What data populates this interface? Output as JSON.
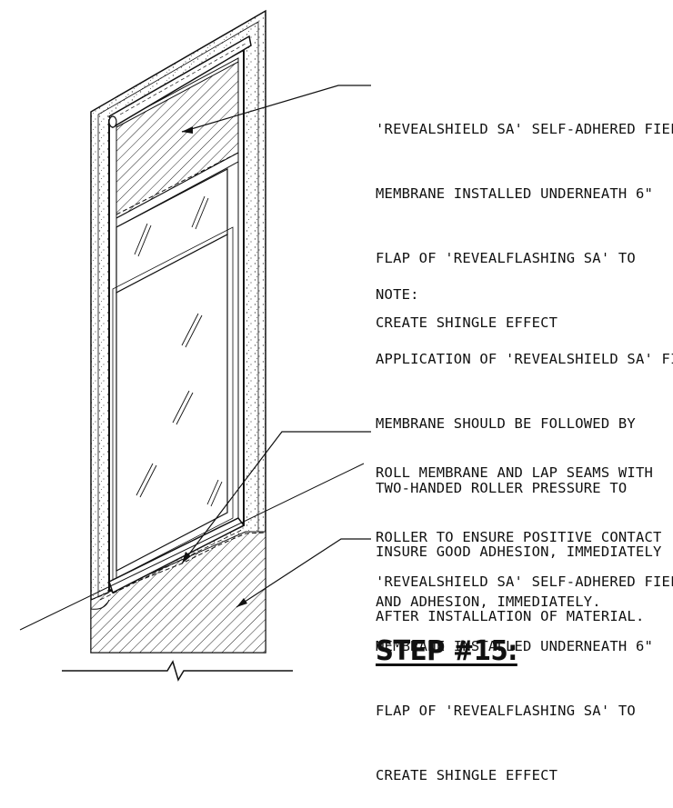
{
  "callouts": {
    "top": {
      "lines": [
        "'REVEALSHIELD SA' SELF-ADHERED FIELD",
        "MEMBRANE INSTALLED UNDERNEATH 6\"",
        "FLAP OF 'REVEALFLASHING SA' TO",
        "CREATE SHINGLE EFFECT"
      ]
    },
    "note": {
      "lines": [
        "NOTE:",
        "APPLICATION OF 'REVEALSHIELD SA' FIELD",
        "MEMBRANE SHOULD BE FOLLOWED BY",
        "TWO-HANDED ROLLER PRESSURE TO",
        "INSURE GOOD ADHESION, IMMEDIATELY",
        "AFTER INSTALLATION OF MATERIAL."
      ]
    },
    "roll": {
      "lines": [
        "ROLL MEMBRANE AND LAP SEAMS WITH",
        "ROLLER TO ENSURE POSITIVE CONTACT",
        "AND ADHESION, IMMEDIATELY."
      ]
    },
    "bottom": {
      "lines": [
        "'REVEALSHIELD SA' SELF-ADHERED FIELD",
        "MEMBRANE INSTALLED UNDERNEATH 6\"",
        "FLAP OF 'REVEALFLASHING SA' TO",
        "CREATE SHINGLE EFFECT"
      ]
    }
  },
  "step_label": "STEP #15:",
  "colors": {
    "ink": "#111111",
    "paper": "#ffffff",
    "hatch": "#222222"
  }
}
